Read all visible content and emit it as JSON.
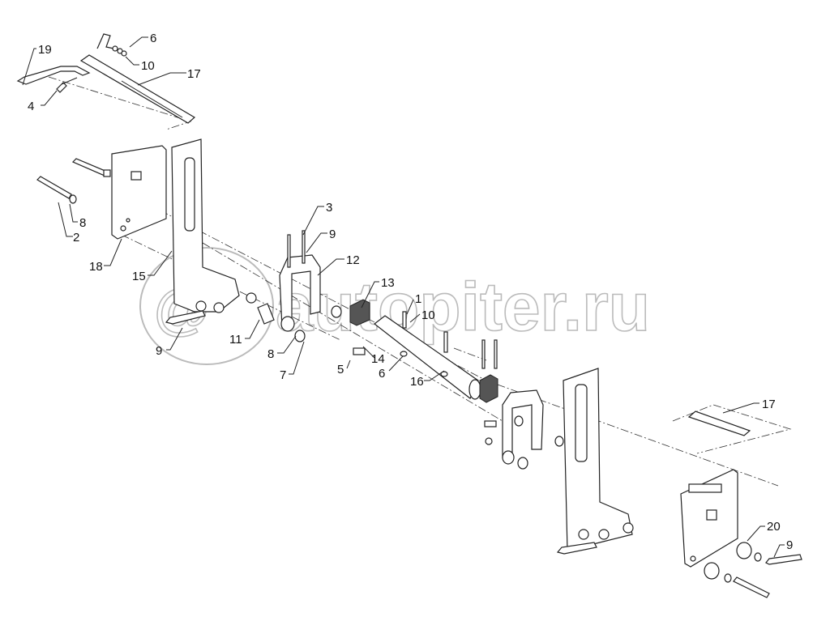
{
  "watermark": "autopiter.ru",
  "callouts": [
    "19",
    "6",
    "10",
    "17",
    "4",
    "3",
    "9",
    "12",
    "13",
    "1",
    "10",
    "2",
    "8",
    "18",
    "15",
    "9",
    "11",
    "8",
    "7",
    "5",
    "14",
    "6",
    "16",
    "17",
    "20",
    "9"
  ]
}
